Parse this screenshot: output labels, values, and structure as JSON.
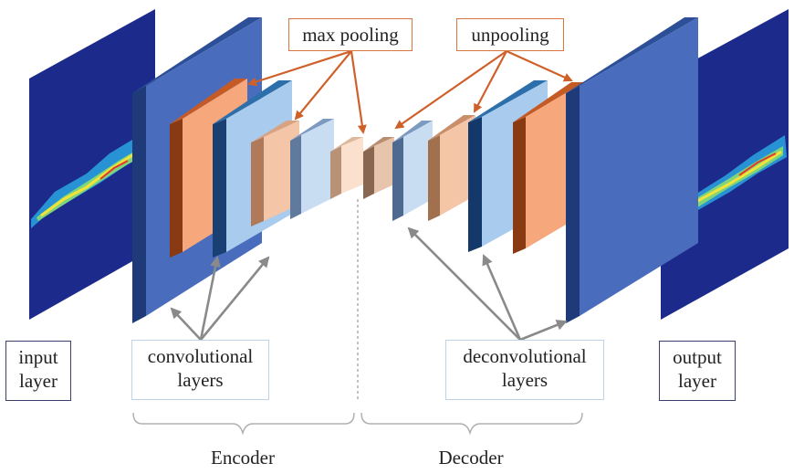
{
  "labels": {
    "max_pooling": "max pooling",
    "unpooling": "unpooling",
    "input_line1": "input",
    "input_line2": "layer",
    "conv_line1": "convolutional",
    "conv_line2": "layers",
    "deconv_line1": "deconvolutional",
    "deconv_line2": "layers",
    "output_line1": "output",
    "output_line2": "layer",
    "encoder": "Encoder",
    "decoder": "Decoder"
  },
  "colors": {
    "heatmap_bg": "#1c2a8c",
    "conv_dark_blue": "#4a6cbd",
    "conv_light_blue": "#a9cbee",
    "conv_orange": "#f6a77c",
    "conv_peach": "#f5c5a8",
    "arrow_orange": "#d0602a",
    "arrow_gray": "#8a8a8a",
    "bracket_gray": "#b0b0b0"
  }
}
